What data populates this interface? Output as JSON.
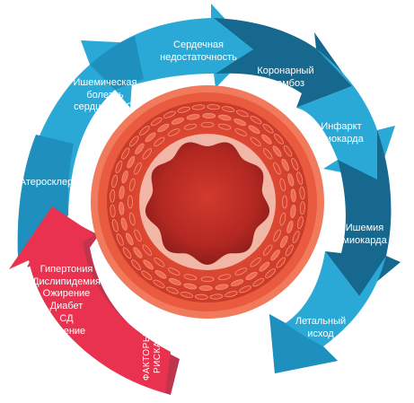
{
  "colors": {
    "arrow_light": "#2aa9d6",
    "arrow_mid": "#1f8fbd",
    "arrow_dark": "#17688e",
    "risk": "#e8324f",
    "risk_shadow": "#b81f3b",
    "vessel_outer": "#ea5a3f",
    "vessel_wall": "#e04a34",
    "lumen": "#b62a23"
  },
  "cycle": {
    "sclerosis": [
      "Атеросклероз"
    ],
    "ibs": [
      "Ишемическая",
      "болезнь",
      "сердца (ИБС)"
    ],
    "heart_failure": [
      "Сердечная",
      "недостаточность"
    ],
    "thrombosis": [
      "Коронарный",
      "тромбоз"
    ],
    "infarct": [
      "Инфаркт",
      "миокарда"
    ],
    "ischemia": [
      "Ишемия",
      "миокарда"
    ],
    "lethal": [
      "Летальный",
      "исход"
    ]
  },
  "risk_factors": {
    "title": [
      "ФАКТОРЫ",
      "РИСКА"
    ],
    "items": [
      "Гипертония",
      "Дислипидемия",
      "Ожирение",
      "Диабет",
      "СД",
      "Курение"
    ]
  }
}
